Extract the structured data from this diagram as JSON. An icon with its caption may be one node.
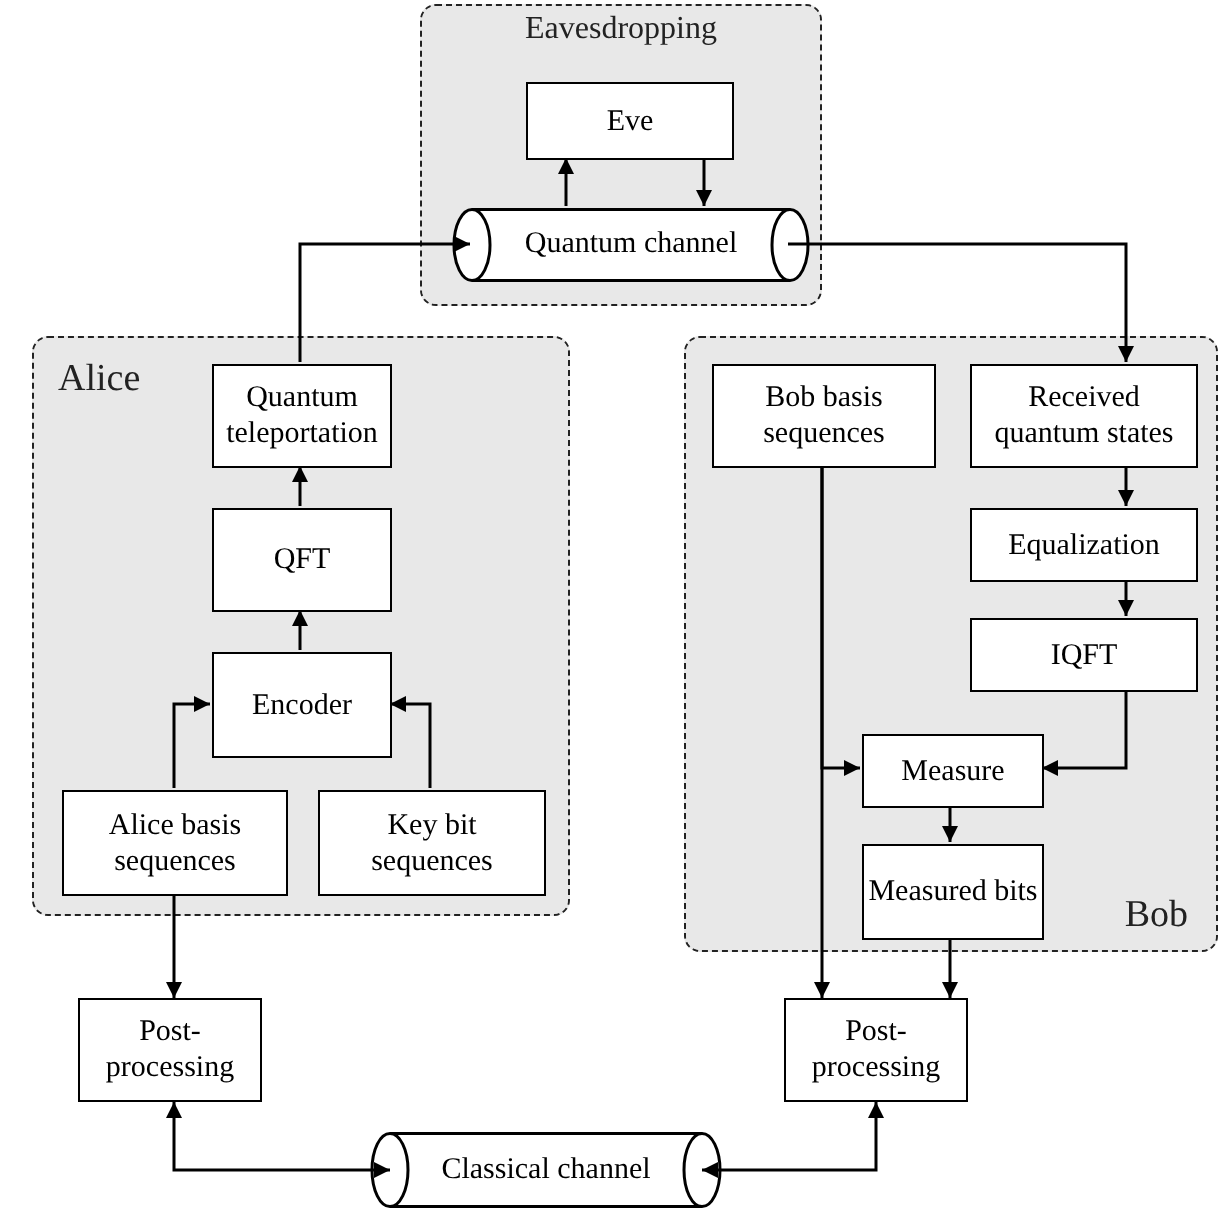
{
  "diagram": {
    "nodes": [
      {
        "text": [
          "Eavesdropping"
        ]
      },
      {
        "text": [
          "Eve"
        ],
        "in": 0
      },
      {
        "text": [
          "Quantum channel"
        ],
        "in": 0
      },
      {
        "text": [
          "Alice"
        ]
      },
      {
        "text": [
          "Quantum teleportation"
        ],
        "in": 3
      },
      {
        "text": [
          "QFT"
        ],
        "in": 3
      },
      {
        "text": [
          "Encoder"
        ],
        "in": 3
      },
      {
        "text": [
          "Alice basis sequences"
        ],
        "in": 3
      },
      {
        "text": [
          "Key bit sequences"
        ],
        "in": 3
      },
      {
        "text": [
          "Bob"
        ]
      },
      {
        "text": [
          "Bob basis sequences"
        ],
        "in": 9
      },
      {
        "text": [
          "Received quantum states"
        ],
        "in": 9
      },
      {
        "text": [
          "Equalization"
        ],
        "in": 9
      },
      {
        "text": [
          "IQFT"
        ],
        "in": 9
      },
      {
        "text": [
          "Measure"
        ],
        "in": 9
      },
      {
        "text": [
          "Measured bits"
        ],
        "in": 9
      },
      {
        "text": [
          "Post-processing"
        ]
      },
      {
        "text": [
          "Post-processing"
        ]
      },
      {
        "text": [
          "Classical channel"
        ]
      }
    ],
    "edges": [
      {
        "from": 2,
        "to": 1,
        "arrow": "to"
      },
      {
        "from": 1,
        "to": 2,
        "arrow": "to"
      },
      {
        "from": 4,
        "to": 2,
        "arrow": "to"
      },
      {
        "from": 2,
        "to": 11,
        "arrow": "to"
      },
      {
        "from": 6,
        "to": 5,
        "arrow": "to"
      },
      {
        "from": 5,
        "to": 4,
        "arrow": "to"
      },
      {
        "from": 7,
        "to": 6,
        "arrow": "to"
      },
      {
        "from": 8,
        "to": 6,
        "arrow": "to"
      },
      {
        "from": 7,
        "to": 16,
        "arrow": "to"
      },
      {
        "from": 11,
        "to": 12,
        "arrow": "to"
      },
      {
        "from": 12,
        "to": 13,
        "arrow": "to"
      },
      {
        "from": 13,
        "to": 14,
        "arrow": "to"
      },
      {
        "from": 10,
        "to": 14,
        "arrow": "to"
      },
      {
        "from": 10,
        "to": 17,
        "arrow": "to"
      },
      {
        "from": 14,
        "to": 15,
        "arrow": "to"
      },
      {
        "from": 15,
        "to": 17,
        "arrow": "to"
      },
      {
        "from": 18,
        "to": 16,
        "arrow": "both"
      },
      {
        "from": 18,
        "to": 17,
        "arrow": "both"
      }
    ]
  }
}
